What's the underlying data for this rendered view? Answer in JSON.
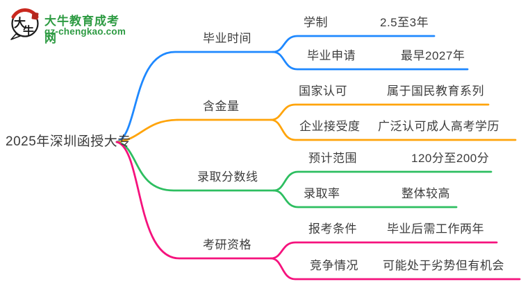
{
  "logo": {
    "site_name": "大牛教育成考网",
    "site_domain": "gz-chengkao.com",
    "icon_text": "大牛",
    "brand_green": "#2e9b43",
    "seal_red": "#c9281e"
  },
  "root": {
    "label": "2025年深圳函授大专"
  },
  "branches": [
    {
      "label": "毕业时间",
      "color": "#1e88ff",
      "children": [
        {
          "label": "学制",
          "value": "2.5至3年"
        },
        {
          "label": "毕业申请",
          "value": "最早2027年"
        }
      ]
    },
    {
      "label": "含金量",
      "color": "#ffa40a",
      "children": [
        {
          "label": "国家认可",
          "value": "属于国民教育系列"
        },
        {
          "label": "企业接受度",
          "value": "广泛认可成人高考学历"
        }
      ]
    },
    {
      "label": "录取分数线",
      "color": "#2dbe60",
      "children": [
        {
          "label": "预计范围",
          "value": "120分至200分"
        },
        {
          "label": "录取率",
          "value": "整体较高"
        }
      ]
    },
    {
      "label": "考研资格",
      "color": "#f5127d",
      "children": [
        {
          "label": "报考条件",
          "value": "毕业后需工作两年"
        },
        {
          "label": "竞争情况",
          "value": "可能处于劣势但有机会"
        }
      ]
    }
  ],
  "colors": {
    "background": "#ffffff",
    "text": "#3c3c3c"
  }
}
